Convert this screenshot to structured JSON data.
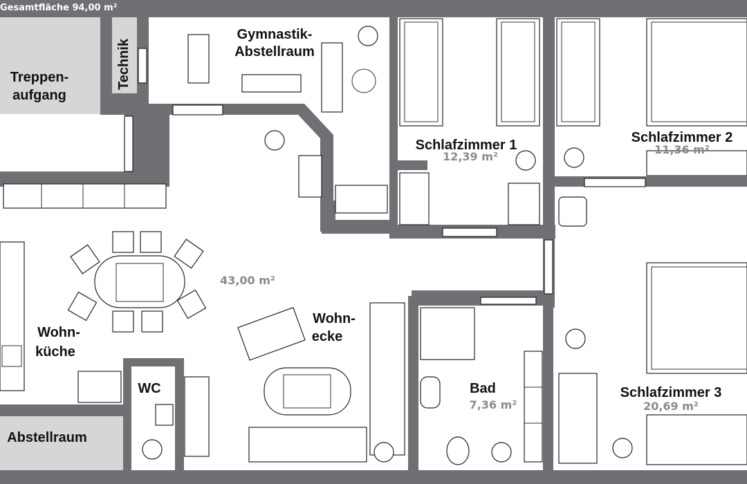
{
  "header": {
    "total_area": "Gesamtfläche 94,00 m²"
  },
  "rooms": {
    "treppen_line1": "Treppen-",
    "treppen_line2": "aufgang",
    "technik": "Technik",
    "gym_line1": "Gymnastik-",
    "gym_line2": "Abstellraum",
    "sz1_name": "Schlafzimmer 1",
    "sz1_area": "12,39 m²",
    "sz2_name": "Schlafzimmer 2",
    "sz2_area": "11,36 m²",
    "wohn_area": "43,00 m²",
    "wohnecke_line1": "Wohn-",
    "wohnecke_line2": "ecke",
    "kueche_line1": "Wohn-",
    "kueche_line2": "küche",
    "wc": "WC",
    "bad_name": "Bad",
    "bad_area": "7,36 m²",
    "sz3_name": "Schlafzimmer 3",
    "sz3_area": "20,69 m²",
    "abstell": "Abstellraum"
  },
  "colors": {
    "wall": "#6e7073",
    "floor": "#ffffff",
    "stair_floor": "#d6d6d6",
    "area_text": "#8b8b8b"
  }
}
